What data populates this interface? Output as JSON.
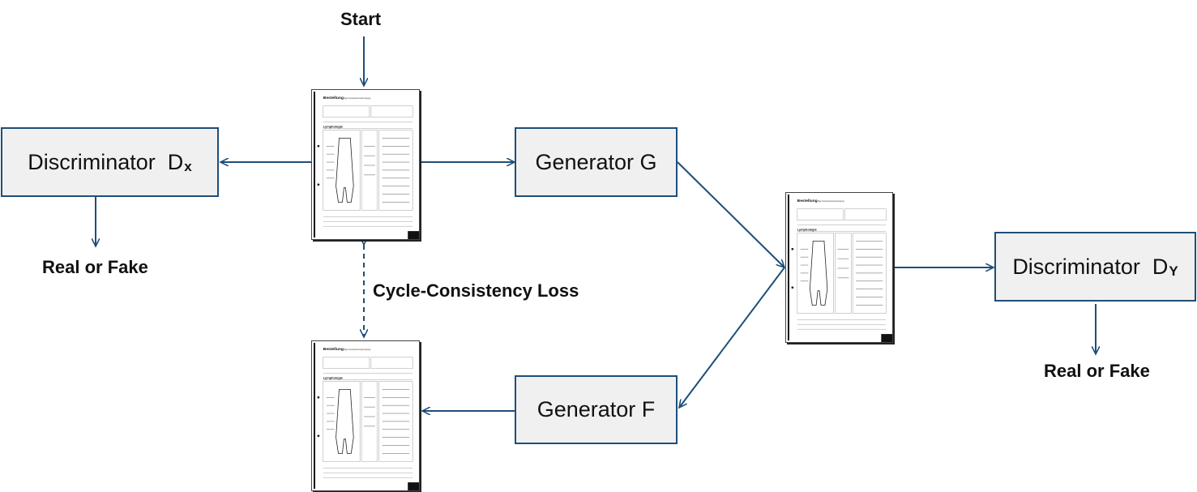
{
  "labels": {
    "start": "Start",
    "cycle_loss": "Cycle-Consistency Loss",
    "real_fake_left": "Real or Fake",
    "real_fake_right": "Real or Fake"
  },
  "boxes": {
    "disc_x": {
      "text": "Discriminator  D",
      "sub": "x"
    },
    "gen_g": {
      "text": "Generator G"
    },
    "gen_f": {
      "text": "Generator F"
    },
    "disc_y": {
      "text": "Discriminator  D",
      "sub": "Y"
    }
  },
  "documents": {
    "header_title": "Bestellung",
    "header_sub": "Bge Kompressionsversorgung",
    "section": "Lymphologie"
  },
  "colors": {
    "arrow": "#1f4e79",
    "box_fill": "#f0f0f0",
    "box_border": "#1f4e79"
  }
}
